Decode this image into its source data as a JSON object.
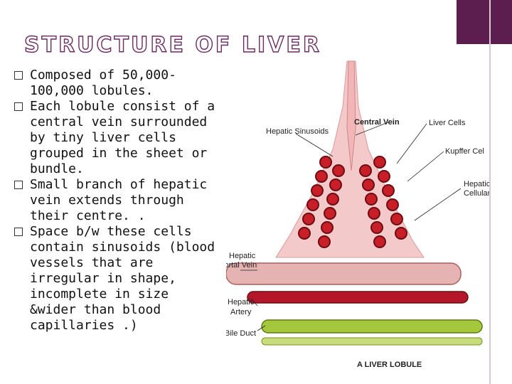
{
  "title": "STRUCTURE OF LIVER",
  "bullets": [
    "Composed of 50,000-100,000 lobules.",
    "Each lobule consist of a central vein surrounded by tiny liver cells grouped in the sheet or bundle.",
    "Small branch of hepatic vein extends through their centre. .",
    "Space b/w these cells contain sinusoids (blood vessels that are irregular  in shape, incomplete  in size &wider than blood capillaries .)"
  ],
  "diagram": {
    "labels": {
      "central_vein": "Central Vein",
      "liver_cells": "Liver Cells",
      "hepatic_sinusoids": "Hepatic Sinusoids",
      "kupffer": "Kupffer Cel",
      "plates_1": "Hepatic",
      "plates_2": "Cellular Plates",
      "portal_1": "Hepatic",
      "portal_2": "Portal Vein",
      "artery_1": "Hepatic",
      "artery_2": "Artery",
      "bile_duct": "Bile Duct",
      "caption": "A LIVER LOBULE"
    },
    "colors": {
      "lobule": "#f4c9c9",
      "cells": "#c81e28",
      "portal_vein": "#e6b3b3",
      "artery": "#b5172a",
      "bile_duct": "#a5c73c",
      "accent": "#5b1e4f"
    }
  }
}
